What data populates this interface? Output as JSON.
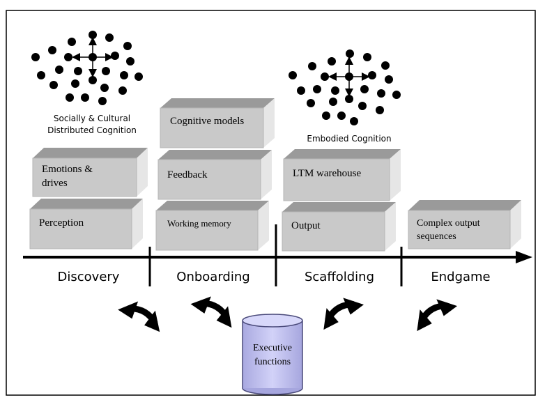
{
  "clusters": {
    "social": {
      "caption_line1": "Socially & Cultural",
      "caption_line2": "Distributed Cognition"
    },
    "embodied": {
      "caption": "Embodied Cognition"
    }
  },
  "phases": [
    "Discovery",
    "Onboarding",
    "Scaffolding",
    "Endgame"
  ],
  "blocks": {
    "discovery": [
      "Emotions &\ndrives",
      "Perception"
    ],
    "onboarding": [
      "Cognitive models",
      "Feedback",
      "Working memory"
    ],
    "scaffolding": [
      "LTM warehouse",
      "Output"
    ],
    "endgame": [
      "Complex output\nsequences"
    ]
  },
  "center": {
    "label_line1": "Executive",
    "label_line2": "functions"
  },
  "colors": {
    "block_front": "#c9c9c9",
    "block_top": "#9a9a9a",
    "block_side": "#e6e6e6",
    "cylinder": "#c8c8f4",
    "cylinder_stroke": "#4a4a7a",
    "axis": "#000000"
  }
}
